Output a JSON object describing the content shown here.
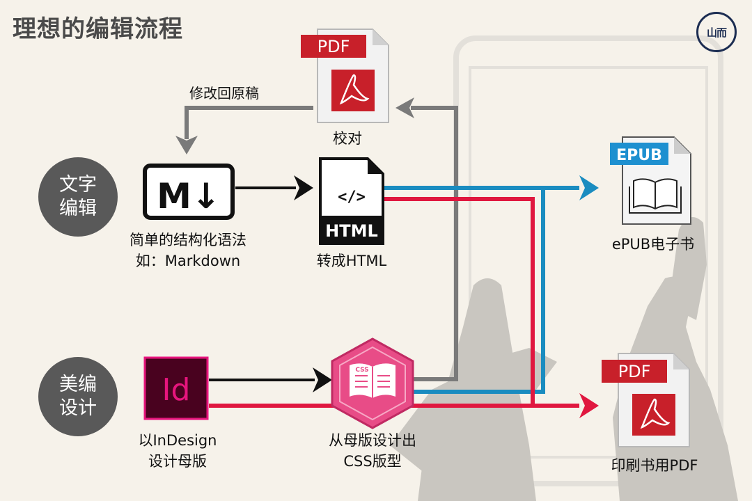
{
  "title": "理想的编辑流程",
  "logo": {
    "text": "山而"
  },
  "sections": {
    "text_editing": [
      "文字",
      "编辑"
    ],
    "layout_design": [
      "美编",
      "设计"
    ]
  },
  "nodes": {
    "markdown": {
      "badge": "M↓",
      "caption": [
        "简单的结构化语法",
        "如：Markdown"
      ]
    },
    "html": {
      "code": "</>",
      "badge": "HTML",
      "caption": [
        "转成HTML"
      ]
    },
    "pdf_proof": {
      "badge": "PDF",
      "caption": [
        "校对"
      ]
    },
    "epub": {
      "badge": "EPUB",
      "caption": [
        "ePUB电子书"
      ]
    },
    "indesign": {
      "badge": "Id",
      "caption": [
        "以InDesign",
        "设计母版"
      ]
    },
    "css": {
      "badge": "CSS",
      "caption": [
        "从母版设计出",
        "CSS版型"
      ]
    },
    "pdf_print": {
      "badge": "PDF",
      "caption": [
        "印刷书用PDF"
      ]
    }
  },
  "edges": {
    "revise": "修改回原稿"
  },
  "colors": {
    "blue": "#1a8cc0",
    "red": "#e0173f",
    "gray": "#7a7a7a",
    "black": "#111111",
    "pdf_red": "#c8202a",
    "epub_blue": "#1e90d0",
    "indesign": "#e7157d",
    "css_pink": "#e84c87"
  }
}
